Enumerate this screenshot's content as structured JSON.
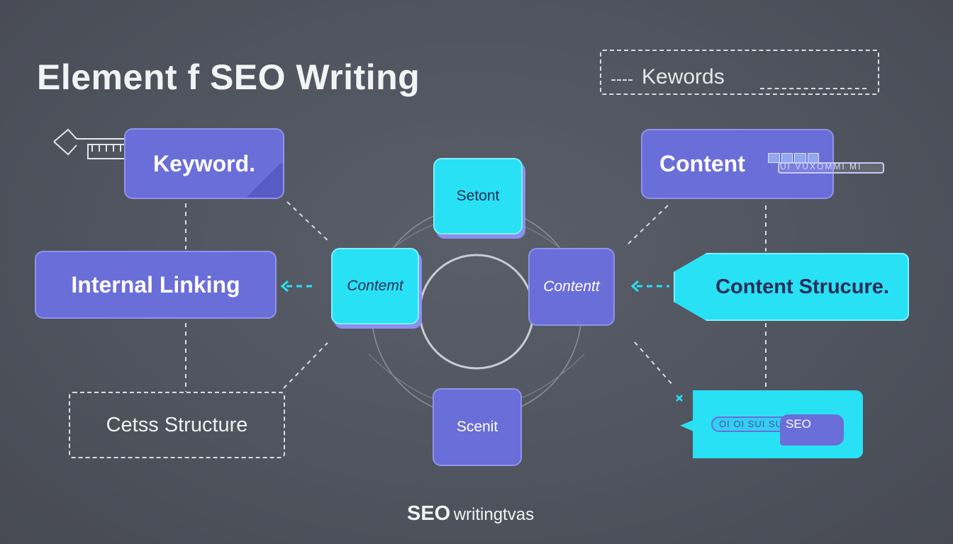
{
  "title": "Element f SEO Writing",
  "legend": {
    "label": "Kewords"
  },
  "boxes": {
    "keyword": "Keyword.",
    "internal_linking": "Internal Linking",
    "cetss_structure": "Cetss Structure",
    "content": "Content",
    "content_structure": "Content Strucure.",
    "seo_tag": "SEO"
  },
  "hub_nodes": {
    "top": "Setont",
    "left": "Contemt",
    "right": "Contentt",
    "bottom": "Scenit"
  },
  "tag_strip_text": "UI VUXOMMI MI",
  "seo_strip_text": "OI OI SUI SUCKS",
  "footer": {
    "brand": "SEO",
    "text": "writingtvas"
  },
  "colors": {
    "background": "#50545e",
    "purple": "#6a6ed9",
    "cyan": "#28e1f5",
    "line": "#d9dbe0"
  }
}
